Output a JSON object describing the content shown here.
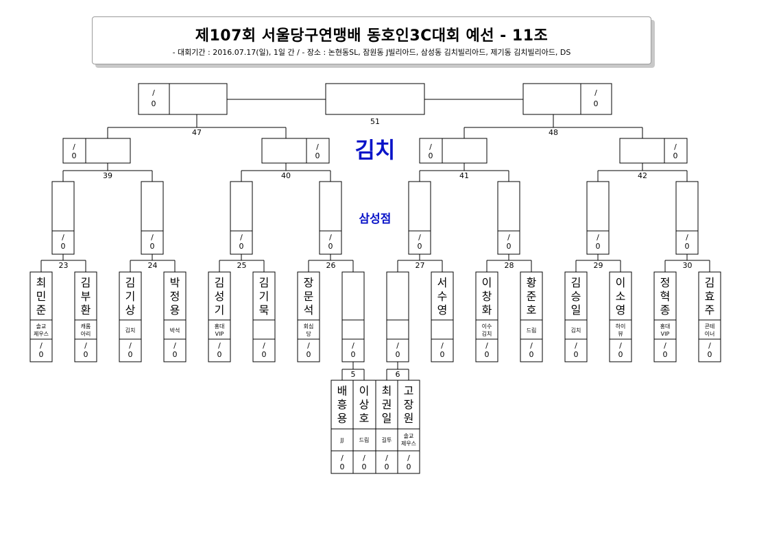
{
  "header": {
    "title": "제107회 서울당구연맹배 동호인3C대회 예선 - 11조",
    "subtitle": "- 대회기간 : 2016.07.17(일), 1일 간 / - 장소 : 논현동SL, 잠원동 J빌리아드, 삼성동 김치빌리아드, 제기동 김치빌리아드, DS"
  },
  "sponsor": {
    "line1": "김치",
    "line2": "삼성점",
    "color": "#0a14c8"
  },
  "score_template": {
    "top": "/",
    "bottom": "0"
  },
  "matches": {
    "m5": "5",
    "m6": "6",
    "m23": "23",
    "m24": "24",
    "m25": "25",
    "m26": "26",
    "m27": "27",
    "m28": "28",
    "m29": "29",
    "m30": "30",
    "m39": "39",
    "m40": "40",
    "m41": "41",
    "m42": "42",
    "m47": "47",
    "m48": "48",
    "m51": "51"
  },
  "players": [
    {
      "name": "최민준",
      "club": "솔교 제우스"
    },
    {
      "name": "김부환",
      "club": "캐롬 아리"
    },
    {
      "name": "김기상",
      "club": "김치"
    },
    {
      "name": "박정용",
      "club": "박석"
    },
    {
      "name": "김성기",
      "club": "홍대 VIP"
    },
    {
      "name": "김기묵",
      "club": ""
    },
    {
      "name": "장문석",
      "club": "회심 당"
    },
    {
      "name": "",
      "club": ""
    },
    {
      "name": "",
      "club": ""
    },
    {
      "name": "서수영",
      "club": ""
    },
    {
      "name": "이창화",
      "club": "이수 김치"
    },
    {
      "name": "황준호",
      "club": "드림"
    },
    {
      "name": "김승일",
      "club": "김치"
    },
    {
      "name": "이소영",
      "club": "하이 뷰"
    },
    {
      "name": "정혁종",
      "club": "홍대 VIP"
    },
    {
      "name": "김효주",
      "club": "콘테 이너"
    }
  ],
  "prelim_players": [
    {
      "name": "배흥용",
      "club": "JJ"
    },
    {
      "name": "이상호",
      "club": "드림"
    },
    {
      "name": "최권일",
      "club": "길투"
    },
    {
      "name": "고장원",
      "club": "솔교 제우스"
    }
  ]
}
